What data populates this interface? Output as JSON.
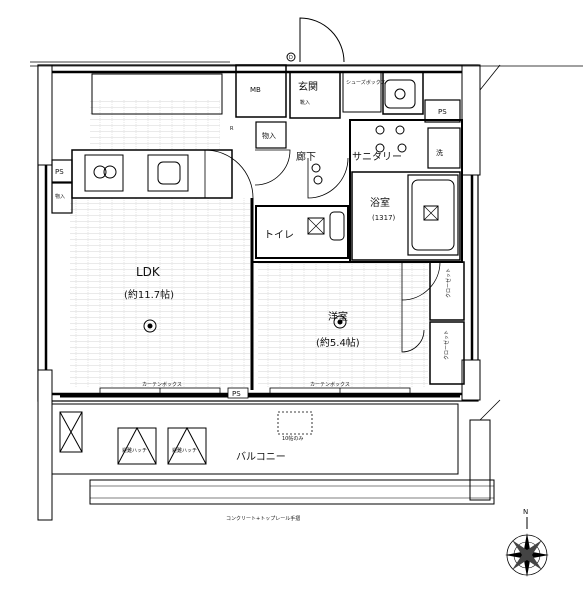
{
  "rooms": {
    "mb": "MB",
    "genkan": "玄関",
    "shoes": "靴入",
    "shoes_box": "シューズボックス",
    "ps_top": "PS",
    "sentaku": "洗",
    "storage_hall": "物入",
    "rouka": "廊下",
    "sanitary": "サニタリー",
    "bath": "浴室",
    "bath_size": "(1317)",
    "toilet": "トイレ",
    "ps_left": "PS",
    "storage_left": "物入",
    "ldk": "LDK",
    "ldk_size": "(約11.7帖)",
    "youshitsu": "洋室",
    "youshitsu_size": "(約5.4帖)",
    "closet1": "クローゼット",
    "closet2": "クローゼット",
    "balcony": "バルコニー",
    "ps_bottom": "PS",
    "evac1": "避難ハッチ",
    "evac2": "避難ハッチ",
    "ten_m": "10帖のみ"
  },
  "notes": {
    "railing": "コンクリート+トップレール手摺",
    "curtain_rail_ldk": "カーテンボックス",
    "curtain_rail_room": "カーテンボックス",
    "r_label": "R",
    "d_label": "D"
  },
  "compass": {
    "north": "N"
  }
}
